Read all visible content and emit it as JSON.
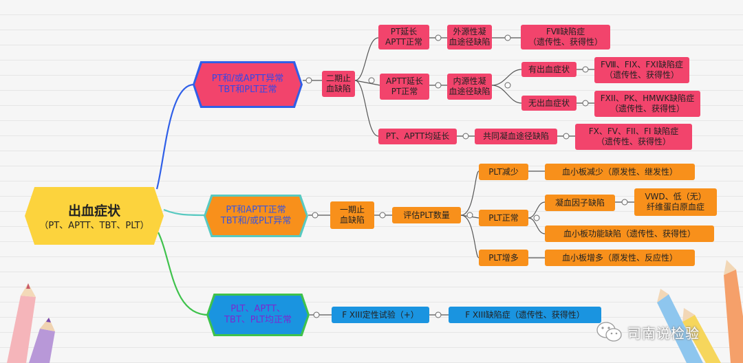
{
  "root": {
    "title": "出血症状",
    "subtitle": "（PT、APTT、TBT、PLT）"
  },
  "branch1": {
    "label_lines": [
      "PT和/或APTT异常",
      "TBT和PLT正常"
    ],
    "type": {
      "label_lines": [
        "二期止",
        "血缺陷"
      ]
    },
    "subs": [
      {
        "label_lines": [
          "PT延长",
          "APTT正常"
        ],
        "pathway": [
          "外源性凝",
          "血途径缺陷"
        ],
        "result": [
          "FⅦ缺陷症",
          "（遗传性、获得性）"
        ]
      },
      {
        "label_lines": [
          "APTT延长",
          "PT正常"
        ],
        "pathway": [
          "内源性凝",
          "血途径缺陷"
        ],
        "cases": [
          {
            "label": "有出血症状",
            "result": [
              "FⅧ、FIX、FXI缺陷症",
              "（遗传性、获得性）"
            ]
          },
          {
            "label": "无出血症状",
            "result": [
              "FXII、PK、HMWK缺陷症",
              "（遗传性、获得性）"
            ]
          }
        ]
      },
      {
        "label_lines": [
          "PT、APTT均延长"
        ],
        "pathway": [
          "共同凝血途径缺陷"
        ],
        "result": [
          "FX、FV、FII、FI 缺陷症",
          "（遗传性、获得性）"
        ]
      }
    ]
  },
  "branch2": {
    "label_lines": [
      "PT和APTT正常",
      "TBT和/或PLT异常"
    ],
    "type": {
      "label_lines": [
        "一期止",
        "血缺陷"
      ]
    },
    "eval": "评估PLT数量",
    "subs": [
      {
        "label": "PLT减少",
        "results": [
          "血小板减少（原发性、继发性）"
        ]
      },
      {
        "label": "PLT正常",
        "items": [
          {
            "label": "凝血因子缺陷",
            "result": [
              "VWD、低（无）",
              "纤维蛋白原血症"
            ]
          },
          {
            "label": "血小板功能缺陷（遗传性、获得性）"
          }
        ]
      },
      {
        "label": "PLT增多",
        "results": [
          "血小板增多（原发性、反应性）"
        ]
      }
    ]
  },
  "branch3": {
    "label_lines": [
      "PLT、APTT、",
      "TBT、PLT均正常"
    ],
    "test": "F XIII定性试验（+）",
    "result": "F XIII缺陷症（遗传性、获得性）"
  },
  "watermark": {
    "text": "司南说检验"
  },
  "colors": {
    "pink": "#f2446c",
    "orange": "#f8901b",
    "blue": "#1a94e0",
    "root": "#fcd33d",
    "line_blue": "#2f5fe8",
    "line_teal": "#58c9c0",
    "line_green": "#3fc24c",
    "line_gray": "#555555"
  }
}
